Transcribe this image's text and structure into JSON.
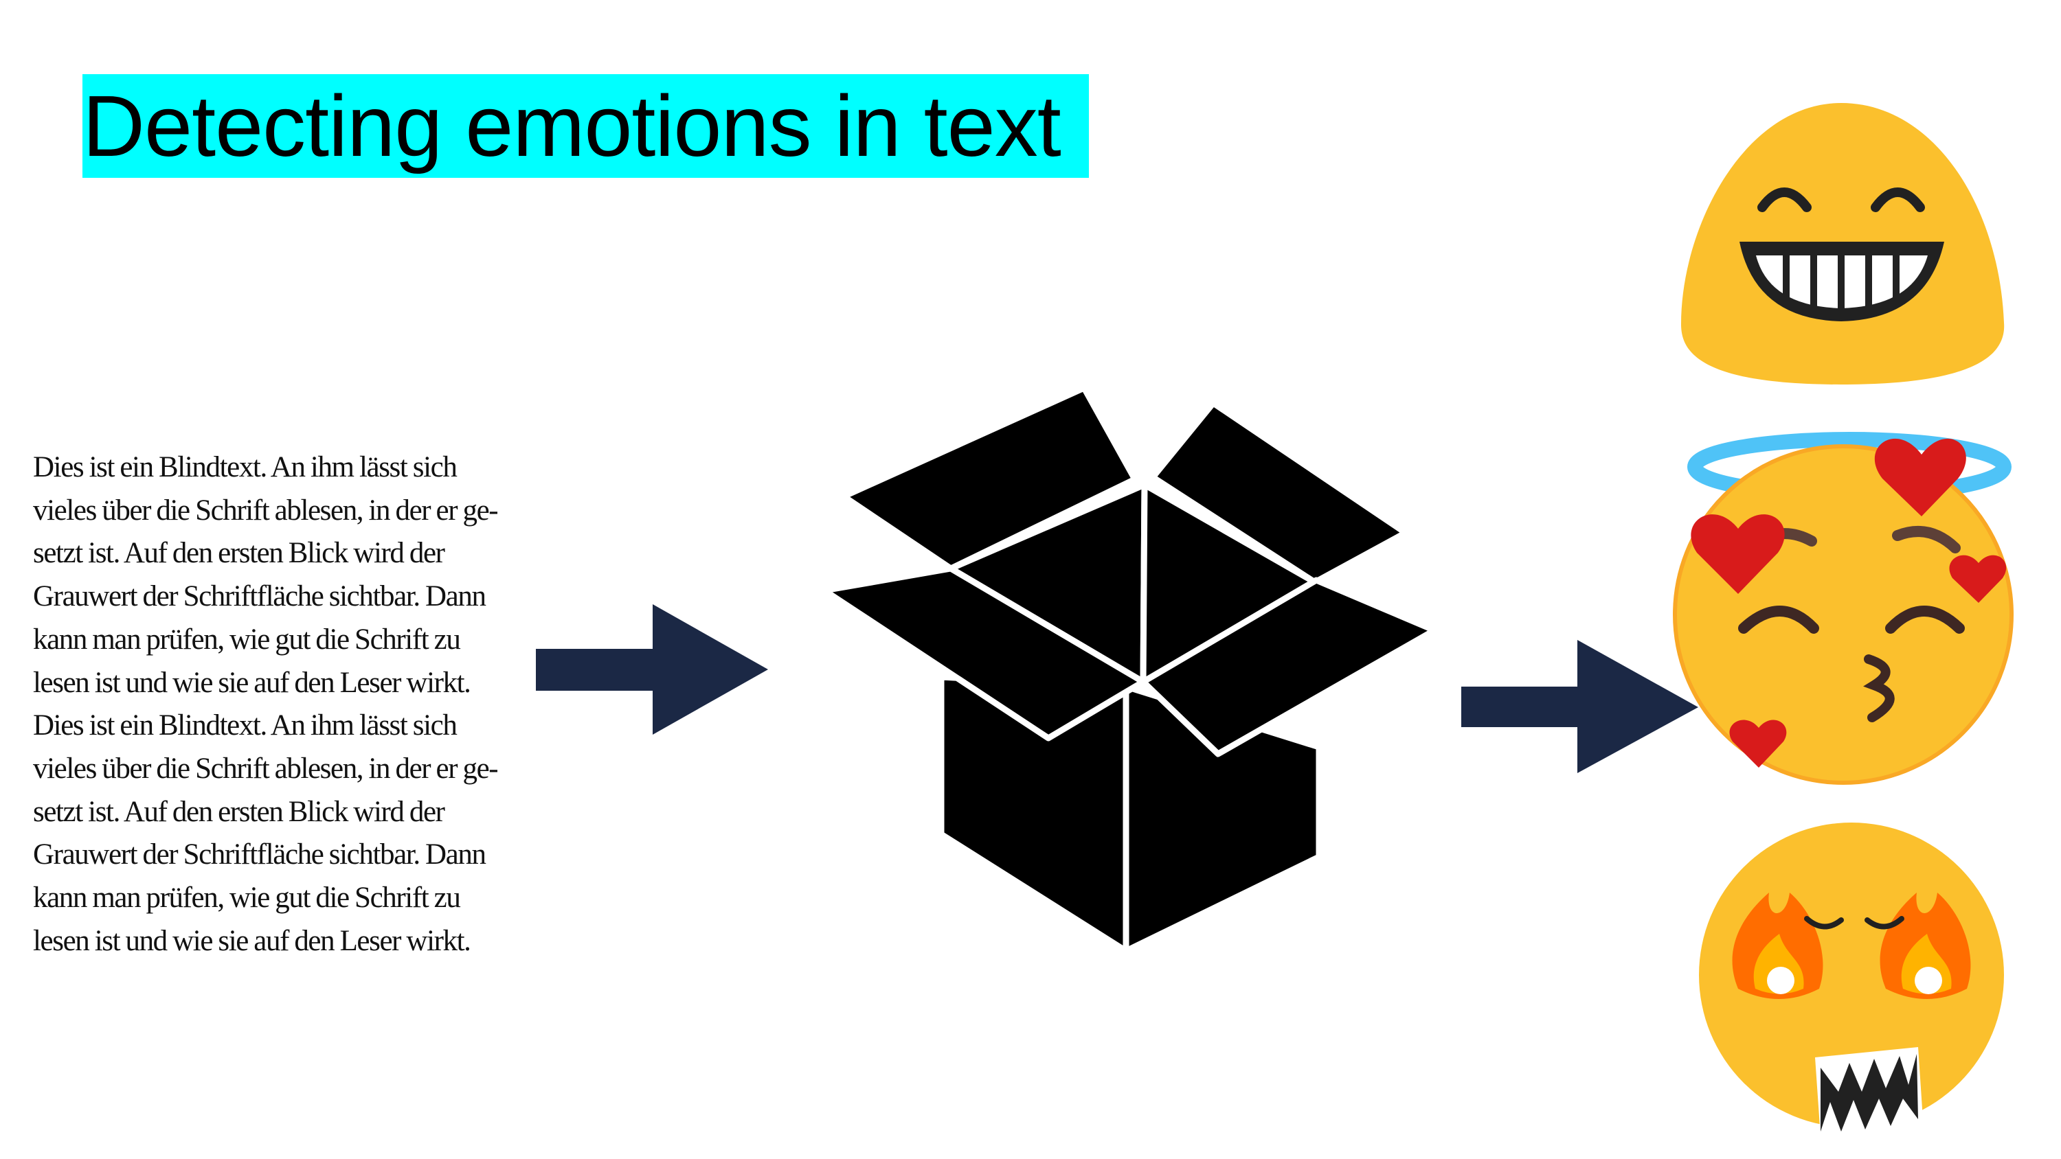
{
  "title": "Detecting emotions in text",
  "sample_text_lines": [
    "Dies ist ein Blindtext. An ihm lässt sich",
    "vieles über die Schrift ablesen, in der er ge-",
    "setzt ist. Auf den ersten Blick wird der",
    "Grauwert der Schriftfläche sichtbar. Dann",
    "kann man prüfen, wie gut die Schrift zu",
    "lesen ist und wie sie auf den Leser wirkt.",
    "Dies ist ein Blindtext. An ihm lässt sich",
    "vieles über die Schrift ablesen, in der er ge-",
    "setzt ist. Auf den ersten Blick wird der",
    "Grauwert der Schriftfläche sichtbar. Dann",
    "kann man prüfen, wie gut die Schrift zu",
    "lesen ist und wie sie auf den Leser wirkt."
  ],
  "icons": {
    "box": "open-box-icon",
    "arrow": "arrow-right-icon",
    "emoji_happy": "grinning-face-icon",
    "emoji_love": "smiling-face-with-hearts-icon",
    "emoji_angry": "face-with-fire-eyes-icon"
  },
  "colors": {
    "title_highlight": "#00ffff",
    "arrow": "#1b2845",
    "box": "#000000",
    "emoji_yellow": "#fbc02d",
    "heart_red": "#d81b1b",
    "halo_blue": "#4fc3f7",
    "fire_orange": "#ff6d00"
  }
}
